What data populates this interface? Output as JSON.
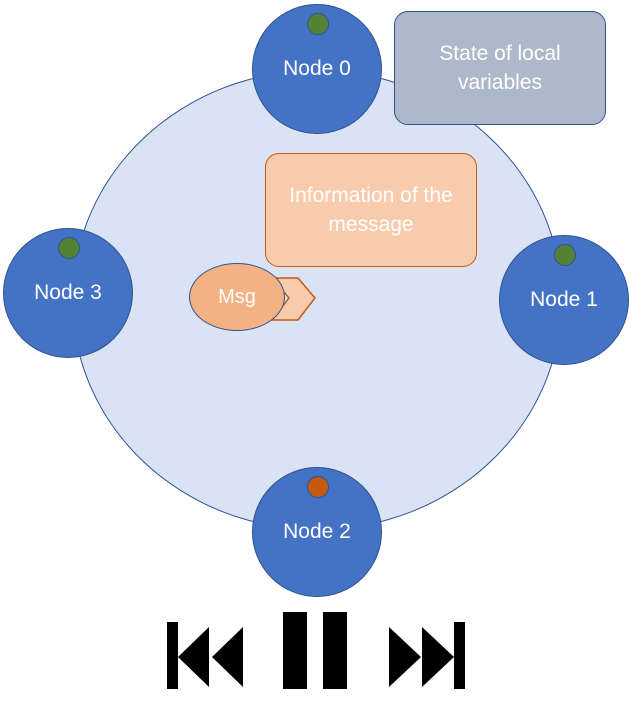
{
  "nodes": [
    {
      "label": "Node 0",
      "status_color": "#548235"
    },
    {
      "label": "Node 1",
      "status_color": "#548235"
    },
    {
      "label": "Node 2",
      "status_color": "#c55a11"
    },
    {
      "label": "Node 3",
      "status_color": "#548235"
    }
  ],
  "callouts": {
    "state": "State of local variables",
    "info": "Information of the message"
  },
  "message": {
    "label": "Msg"
  },
  "controls": {
    "previous_icon": "skip-previous-icon",
    "pause_icon": "pause-icon",
    "next_icon": "skip-next-icon"
  },
  "colors": {
    "ring_fill": "#dae3f3",
    "node_fill": "#4472c4",
    "state_box": "#adb9ca",
    "info_box": "#f8cbad",
    "msg_fill": "#f4b183"
  }
}
